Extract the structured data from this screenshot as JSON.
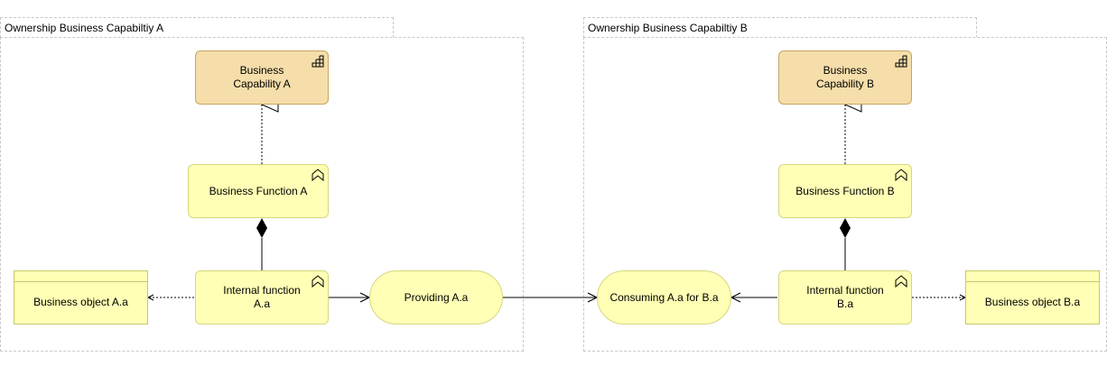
{
  "groups": {
    "a": {
      "title": "Ownership Business Capabiltiy A"
    },
    "b": {
      "title": "Ownership Business Capabiltiy B"
    }
  },
  "nodes": {
    "cap_a": "Business Capability A",
    "func_a": "Business Function A",
    "internal_a": "Internal function A.a",
    "providing": "Providing A.a",
    "bobj_a": "Business object A.a",
    "cap_b": "Business Capability B",
    "func_b": "Business Function B",
    "internal_b": "Internal function B.a",
    "consuming": "Consuming A.a for B.a",
    "bobj_b": "Business object B.a"
  },
  "icons": {
    "capability": "capability-grid-icon",
    "function": "function-chevron-icon"
  }
}
